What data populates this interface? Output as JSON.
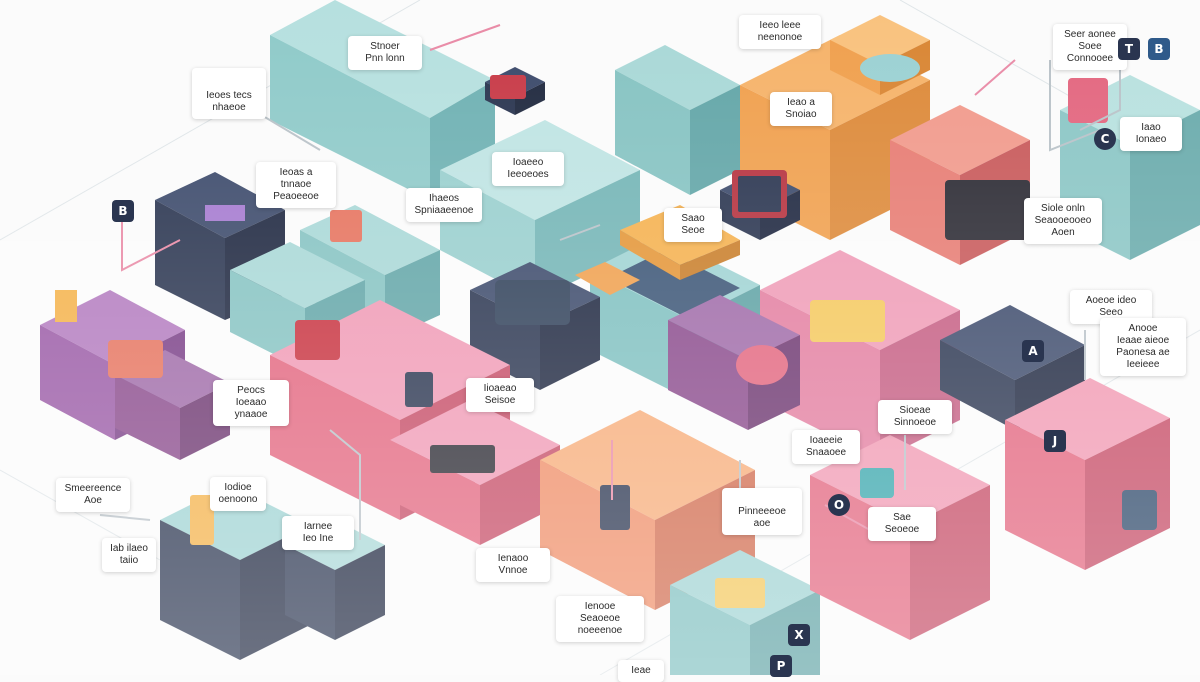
{
  "palette": {
    "teal": "#9ed3d3",
    "navy": "#2a3550",
    "pink": "#e3667f",
    "orange": "#f0a04e",
    "purple": "#8a4a8c",
    "cream": "#f6f1e3",
    "connector": "#e98aa6",
    "grey_line": "#b9c2c8"
  },
  "labels": {
    "l1": "Ieoes tecs\nnhaeoe",
    "l2": "Stnoer\nPnn lonn",
    "l3": "Ieoas a\ntnnaoe\nPeaoeeoe",
    "l4": "Ihaeos\nSpniaaeenoe",
    "l5": "Peocs\nIoeaao\nynaaoe",
    "l6": "Smeereence\nAoe",
    "l7": "Iab ilaeo\ntaiio",
    "l8": "Iodioe\noenoono",
    "l9": "Iioaeao\nSeisoe",
    "l10": "Ieeo leee\nneenonoe",
    "l11": "Ieao a\nSnoiao",
    "l12": "Siole onln\nSeaooeooeo\nAoen",
    "l13": "Seer aonee\nSoee\nConnooee",
    "l14": "Iaao\nIonaeo",
    "l15": "Aoeoe ideo\nSeeo",
    "l16": "Anooe\nIeaae aieoe\nPaonesa ae\nIeeieee",
    "l17": "Sioeae\nSinnoeoe",
    "l18": "Pinneeeoe\naoe",
    "l19": "Ioaeeie\nSnaaoee",
    "l20": "Ioaeeo\nIeeoeoes",
    "l21": "Ienaoo\nVnnoe",
    "l22": "Ienooe\nSeaoeoe\nnoeeenoe",
    "l23": "Sae\nSeoeoe",
    "l24": "Iarnee\nIeo Ine",
    "l25": "Saao\nSeoe",
    "l26": "Ieae"
  },
  "tags": {
    "t1": "B",
    "t2": "T",
    "t3": "B",
    "t4": "C",
    "t5": "X",
    "t6": "P",
    "t7": "J",
    "t8": "O",
    "t9": "A"
  }
}
